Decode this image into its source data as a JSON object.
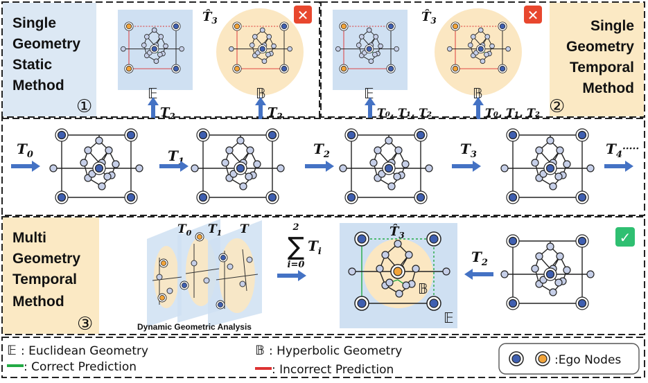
{
  "panels": {
    "single_static": {
      "title_lines": [
        "Single",
        "Geometry",
        "Static",
        "Method"
      ],
      "number": "①"
    },
    "single_temporal": {
      "title_lines": [
        "Single",
        "Geometry",
        "Temporal",
        "Method"
      ],
      "number": "②"
    },
    "multi_temporal": {
      "title_lines": [
        "Multi",
        "Geometry",
        "Temporal",
        "Method"
      ],
      "number": "③"
    }
  },
  "symbols": {
    "euclid": "𝔼",
    "hyper": "𝔹",
    "target": "T̂",
    "target_sub": "3",
    "wrong": "✕",
    "right": "✓"
  },
  "steps": {
    "t0": "T",
    "t0_sub": "0",
    "t1": "T",
    "t1_sub": "1",
    "t2": "T",
    "t2_sub": "2",
    "t3": "T",
    "t3_sub": "3",
    "t4": "T",
    "t4_sub": "4",
    "t4_dots": "·····",
    "seq_text": "T₀, T₁, T₂",
    "layer_t0": "T",
    "layer_t0_sub": "0",
    "layer_t1": "T",
    "layer_t1_sub": "1",
    "layer_t2": "T",
    "sum_top": "2",
    "sum_sign": "∑",
    "sum_body": "T",
    "sum_sub": "i",
    "sum_bottom": "i=0"
  },
  "caption": "Dynamic Geometric Analysis",
  "legend": {
    "euclid_sym": "𝔼",
    "euclid_label": ": Euclidean Geometry",
    "hyper_sym": "𝔹",
    "hyper_label": ": Hyperbolic Geometry",
    "correct_label": ": Correct Prediction",
    "incorrect_label": ": Incorrect Prediction",
    "ego_label": ":Ego Nodes"
  },
  "colors": {
    "blue_node": "#3f5fb0",
    "orange_node": "#f2a43a",
    "light_node": "#c6cfe8",
    "correct": "#22aa44",
    "incorrect": "#dd3333",
    "arrow": "#4472c4",
    "euclid_bg": "#cfe0f2",
    "hyper_bg": "#fbe7c2",
    "label_blue": "#dce8f4",
    "label_orange": "#fbe9c4",
    "wrong_badge": "#e8472e",
    "right_badge": "#2fbf71"
  }
}
